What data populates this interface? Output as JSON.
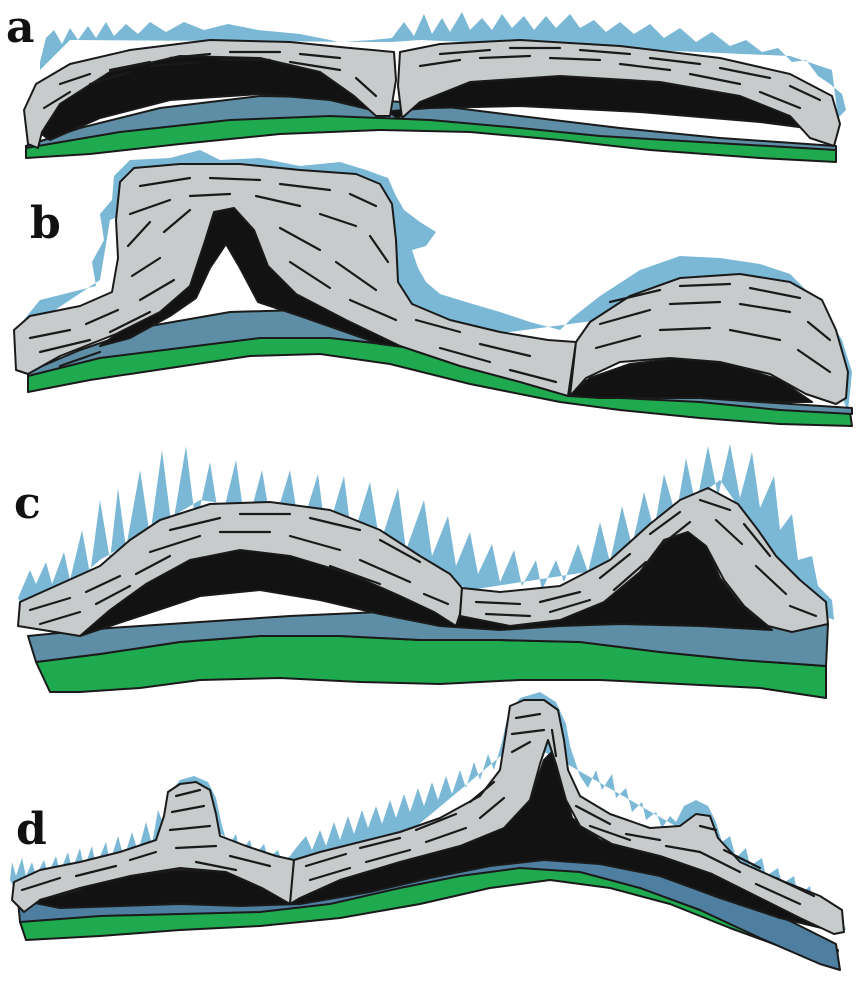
{
  "figure": {
    "panels": [
      {
        "label": "a"
      },
      {
        "label": "b"
      },
      {
        "label": "c"
      },
      {
        "label": "d"
      }
    ],
    "colors": {
      "ice": "#7ab8d6",
      "fold": "#c8cbcc",
      "black": "#121212",
      "slate": "#5d8ea5",
      "green": "#1faa4f",
      "outline": "#1a1a1a"
    }
  }
}
